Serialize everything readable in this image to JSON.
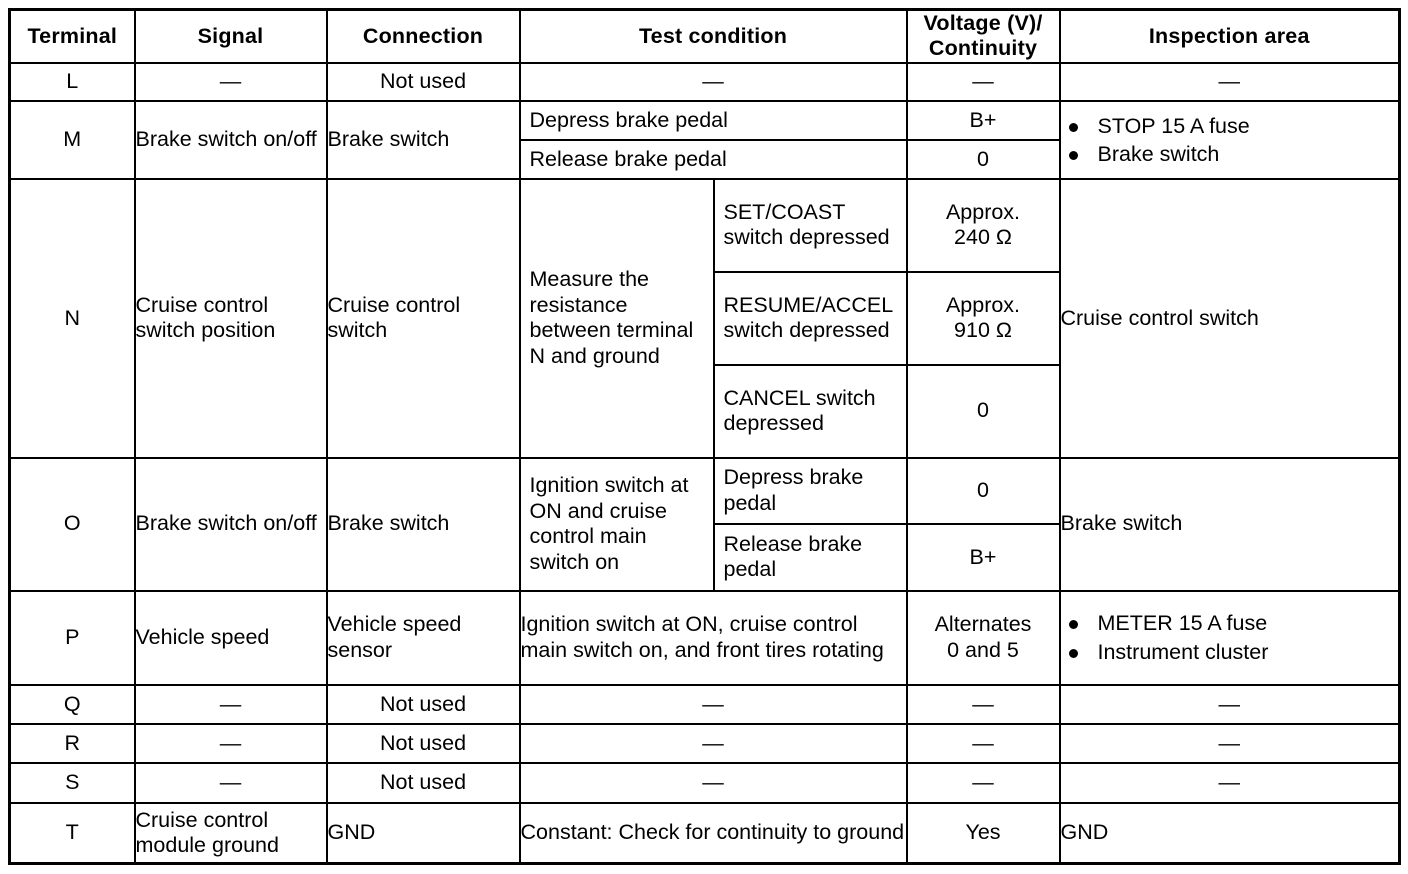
{
  "table": {
    "headers": [
      "Terminal",
      "Signal",
      "Connection",
      "Test condition",
      "Voltage (V)/\nContinuity",
      "Inspection area"
    ],
    "dash": "—",
    "rows": [
      {
        "terminal": "L",
        "signal": "—",
        "connection": "Not used",
        "test_condition": "—",
        "voltage": "—",
        "inspection_area": "—"
      },
      {
        "terminal": "M",
        "signal": "Brake switch on/off",
        "connection": "Brake switch",
        "sub_rows": [
          {
            "test_condition": "Depress brake pedal",
            "voltage": "B+"
          },
          {
            "test_condition": "Release brake pedal",
            "voltage": "0"
          }
        ],
        "inspection_area_bullets": [
          "STOP 15 A fuse",
          "Brake switch"
        ]
      },
      {
        "terminal": "N",
        "signal": "Cruise control switch position",
        "connection": "Cruise control switch",
        "test_condition_main": "Measure the resistance between terminal N and ground",
        "sub_rows": [
          {
            "test_condition": "SET/COAST switch depressed",
            "voltage": "Approx.\n240 Ω"
          },
          {
            "test_condition": "RESUME/ACCEL switch depressed",
            "voltage": "Approx.\n910 Ω"
          },
          {
            "test_condition": "CANCEL switch depressed",
            "voltage": "0"
          }
        ],
        "inspection_area": "Cruise control switch"
      },
      {
        "terminal": "O",
        "signal": "Brake switch on/off",
        "connection": "Brake switch",
        "test_condition_main": "Ignition switch at ON and cruise control main switch on",
        "sub_rows": [
          {
            "test_condition": "Depress brake pedal",
            "voltage": "0"
          },
          {
            "test_condition": "Release brake pedal",
            "voltage": "B+"
          }
        ],
        "inspection_area": "Brake switch"
      },
      {
        "terminal": "P",
        "signal": "Vehicle speed",
        "connection": "Vehicle speed sensor",
        "test_condition": "Ignition switch at ON, cruise control main switch on, and front tires rotating",
        "voltage": "Alternates\n0 and 5",
        "inspection_area_bullets": [
          "METER 15 A fuse",
          "Instrument cluster"
        ]
      },
      {
        "terminal": "Q",
        "signal": "—",
        "connection": "Not used",
        "test_condition": "—",
        "voltage": "—",
        "inspection_area": "—"
      },
      {
        "terminal": "R",
        "signal": "—",
        "connection": "Not used",
        "test_condition": "—",
        "voltage": "—",
        "inspection_area": "—"
      },
      {
        "terminal": "S",
        "signal": "—",
        "connection": "Not used",
        "test_condition": "—",
        "voltage": "—",
        "inspection_area": "—"
      },
      {
        "terminal": "T",
        "signal": "Cruise control module ground",
        "connection": "GND",
        "test_condition": "Constant: Check for continuity to ground",
        "voltage": "Yes",
        "inspection_area": "GND"
      }
    ]
  }
}
